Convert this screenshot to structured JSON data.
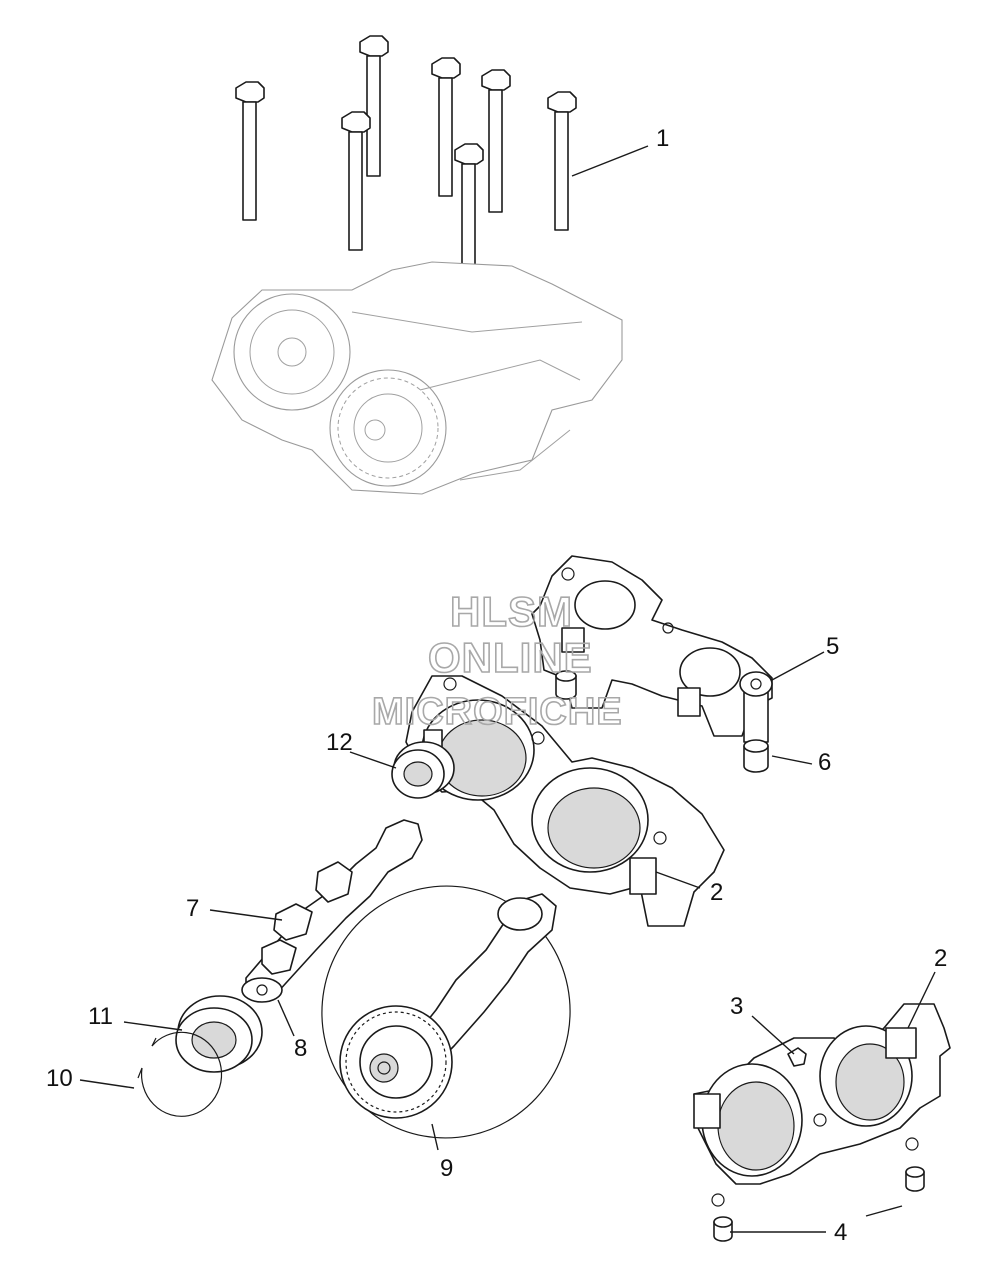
{
  "watermark": {
    "line1": "HLSM",
    "line2": "ONLINE",
    "line3": "MICROFICHE"
  },
  "callouts": [
    {
      "id": "c1",
      "label": "1"
    },
    {
      "id": "c2a",
      "label": "2"
    },
    {
      "id": "c2b",
      "label": "2"
    },
    {
      "id": "c3",
      "label": "3"
    },
    {
      "id": "c4",
      "label": "4"
    },
    {
      "id": "c5",
      "label": "5"
    },
    {
      "id": "c6",
      "label": "6"
    },
    {
      "id": "c7",
      "label": "7"
    },
    {
      "id": "c8",
      "label": "8"
    },
    {
      "id": "c9",
      "label": "9"
    },
    {
      "id": "c10",
      "label": "10"
    },
    {
      "id": "c11",
      "label": "11"
    },
    {
      "id": "c12",
      "label": "12"
    }
  ]
}
